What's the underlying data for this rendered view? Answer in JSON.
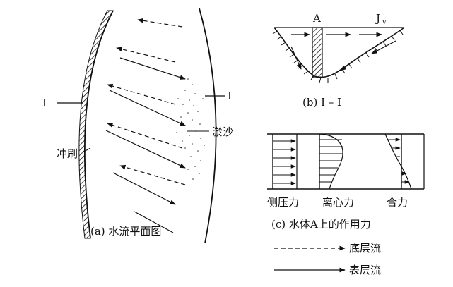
{
  "figure_a": {
    "caption": "(a) 水流平面图",
    "section_mark_left": "I",
    "section_mark_right": "I",
    "erosion_label": "冲刷",
    "deposition_label": "淤沙"
  },
  "figure_b": {
    "caption": "(b)  I – I",
    "point_label": "A",
    "surface_slope_label": "J",
    "surface_slope_subscript": "y"
  },
  "figure_c": {
    "caption": "(c) 水体A上的作用力",
    "panel_labels": [
      "侧压力",
      "离心力",
      "合力"
    ]
  },
  "legend": {
    "items": [
      {
        "label": "底层流",
        "style": "dashed"
      },
      {
        "label": "表层流",
        "style": "solid"
      }
    ]
  }
}
